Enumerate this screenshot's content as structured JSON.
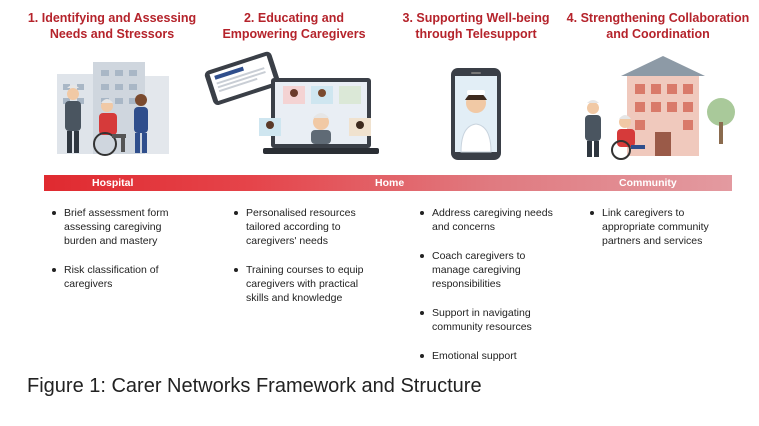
{
  "columns": [
    {
      "title_line1": "1. Identifying and Assessing",
      "title_line2": "Needs and Stressors",
      "bullets": [
        "Brief assessment form assessing caregiving burden and mastery",
        "Risk classification of caregivers"
      ]
    },
    {
      "title_line1": "2. Educating and",
      "title_line2": "Empowering Caregivers",
      "bullets": [
        "Personalised resources tailored according to caregivers' needs",
        "Training courses to equip caregivers with practical skills and knowledge"
      ]
    },
    {
      "title_line1": "3. Supporting Well-being",
      "title_line2": "through Telesupport",
      "bullets": [
        "Address caregiving needs and concerns",
        "Coach caregivers to manage caregiving responsibilities",
        "Support in navigating community resources",
        "Emotional support"
      ]
    },
    {
      "title_line1": "4. Strengthening Collaboration",
      "title_line2": "and Coordination",
      "bullets": [
        "Link caregivers to appropriate community partners and services"
      ]
    }
  ],
  "bar": {
    "labels": [
      "Hospital",
      "Home",
      "Community"
    ]
  },
  "caption": "Figure 1: Carer Networks Framework and Structure",
  "colors": {
    "title_red": "#b5232b",
    "bar_start": "#e02a30",
    "bar_end": "#e39aa0"
  }
}
